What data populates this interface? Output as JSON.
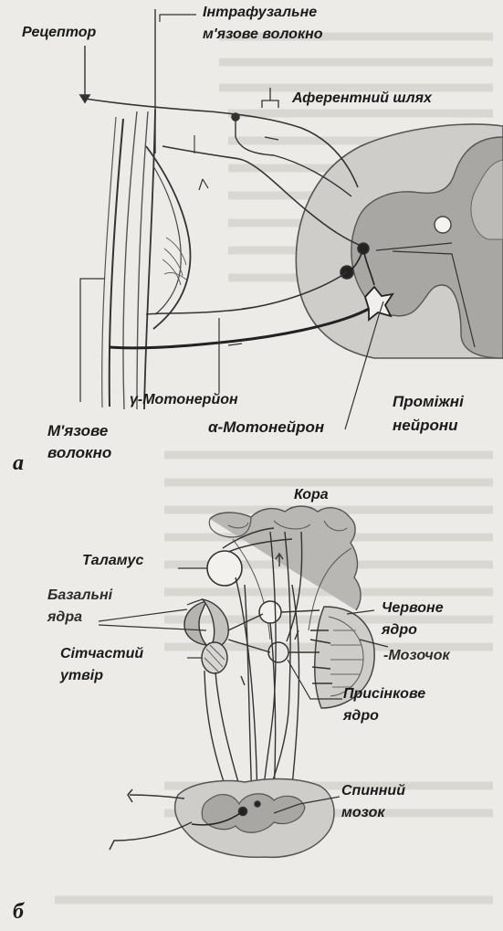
{
  "diagram_a": {
    "letter": "а",
    "labels": {
      "receptor": "Рецептор",
      "intrafusal_1": "Інтрафузальне",
      "intrafusal_2": "м'язове волокно",
      "afferent": "Аферентний шлях",
      "gamma_mn": "γ-Мотонерйон",
      "alpha_mn": "α-Мотонейрон",
      "interneurons_1": "Проміжні",
      "interneurons_2": "нейрони",
      "muscle_1": "М'язове",
      "muscle_2": "волокно"
    }
  },
  "diagram_b": {
    "letter": "б",
    "labels": {
      "cortex": "Кора",
      "thalamus": "Таламус",
      "basal_1": "Базальні",
      "basal_2": "ядра",
      "red_1": "Червоне",
      "red_2": "ядро",
      "cerebellum": "-Мозочок",
      "reticular_1": "Сітчастий",
      "reticular_2": "утвір",
      "vestibular_1": "Присінкове",
      "vestibular_2": "ядро",
      "spinal_1": "Спинний",
      "spinal_2": "мозок"
    }
  }
}
